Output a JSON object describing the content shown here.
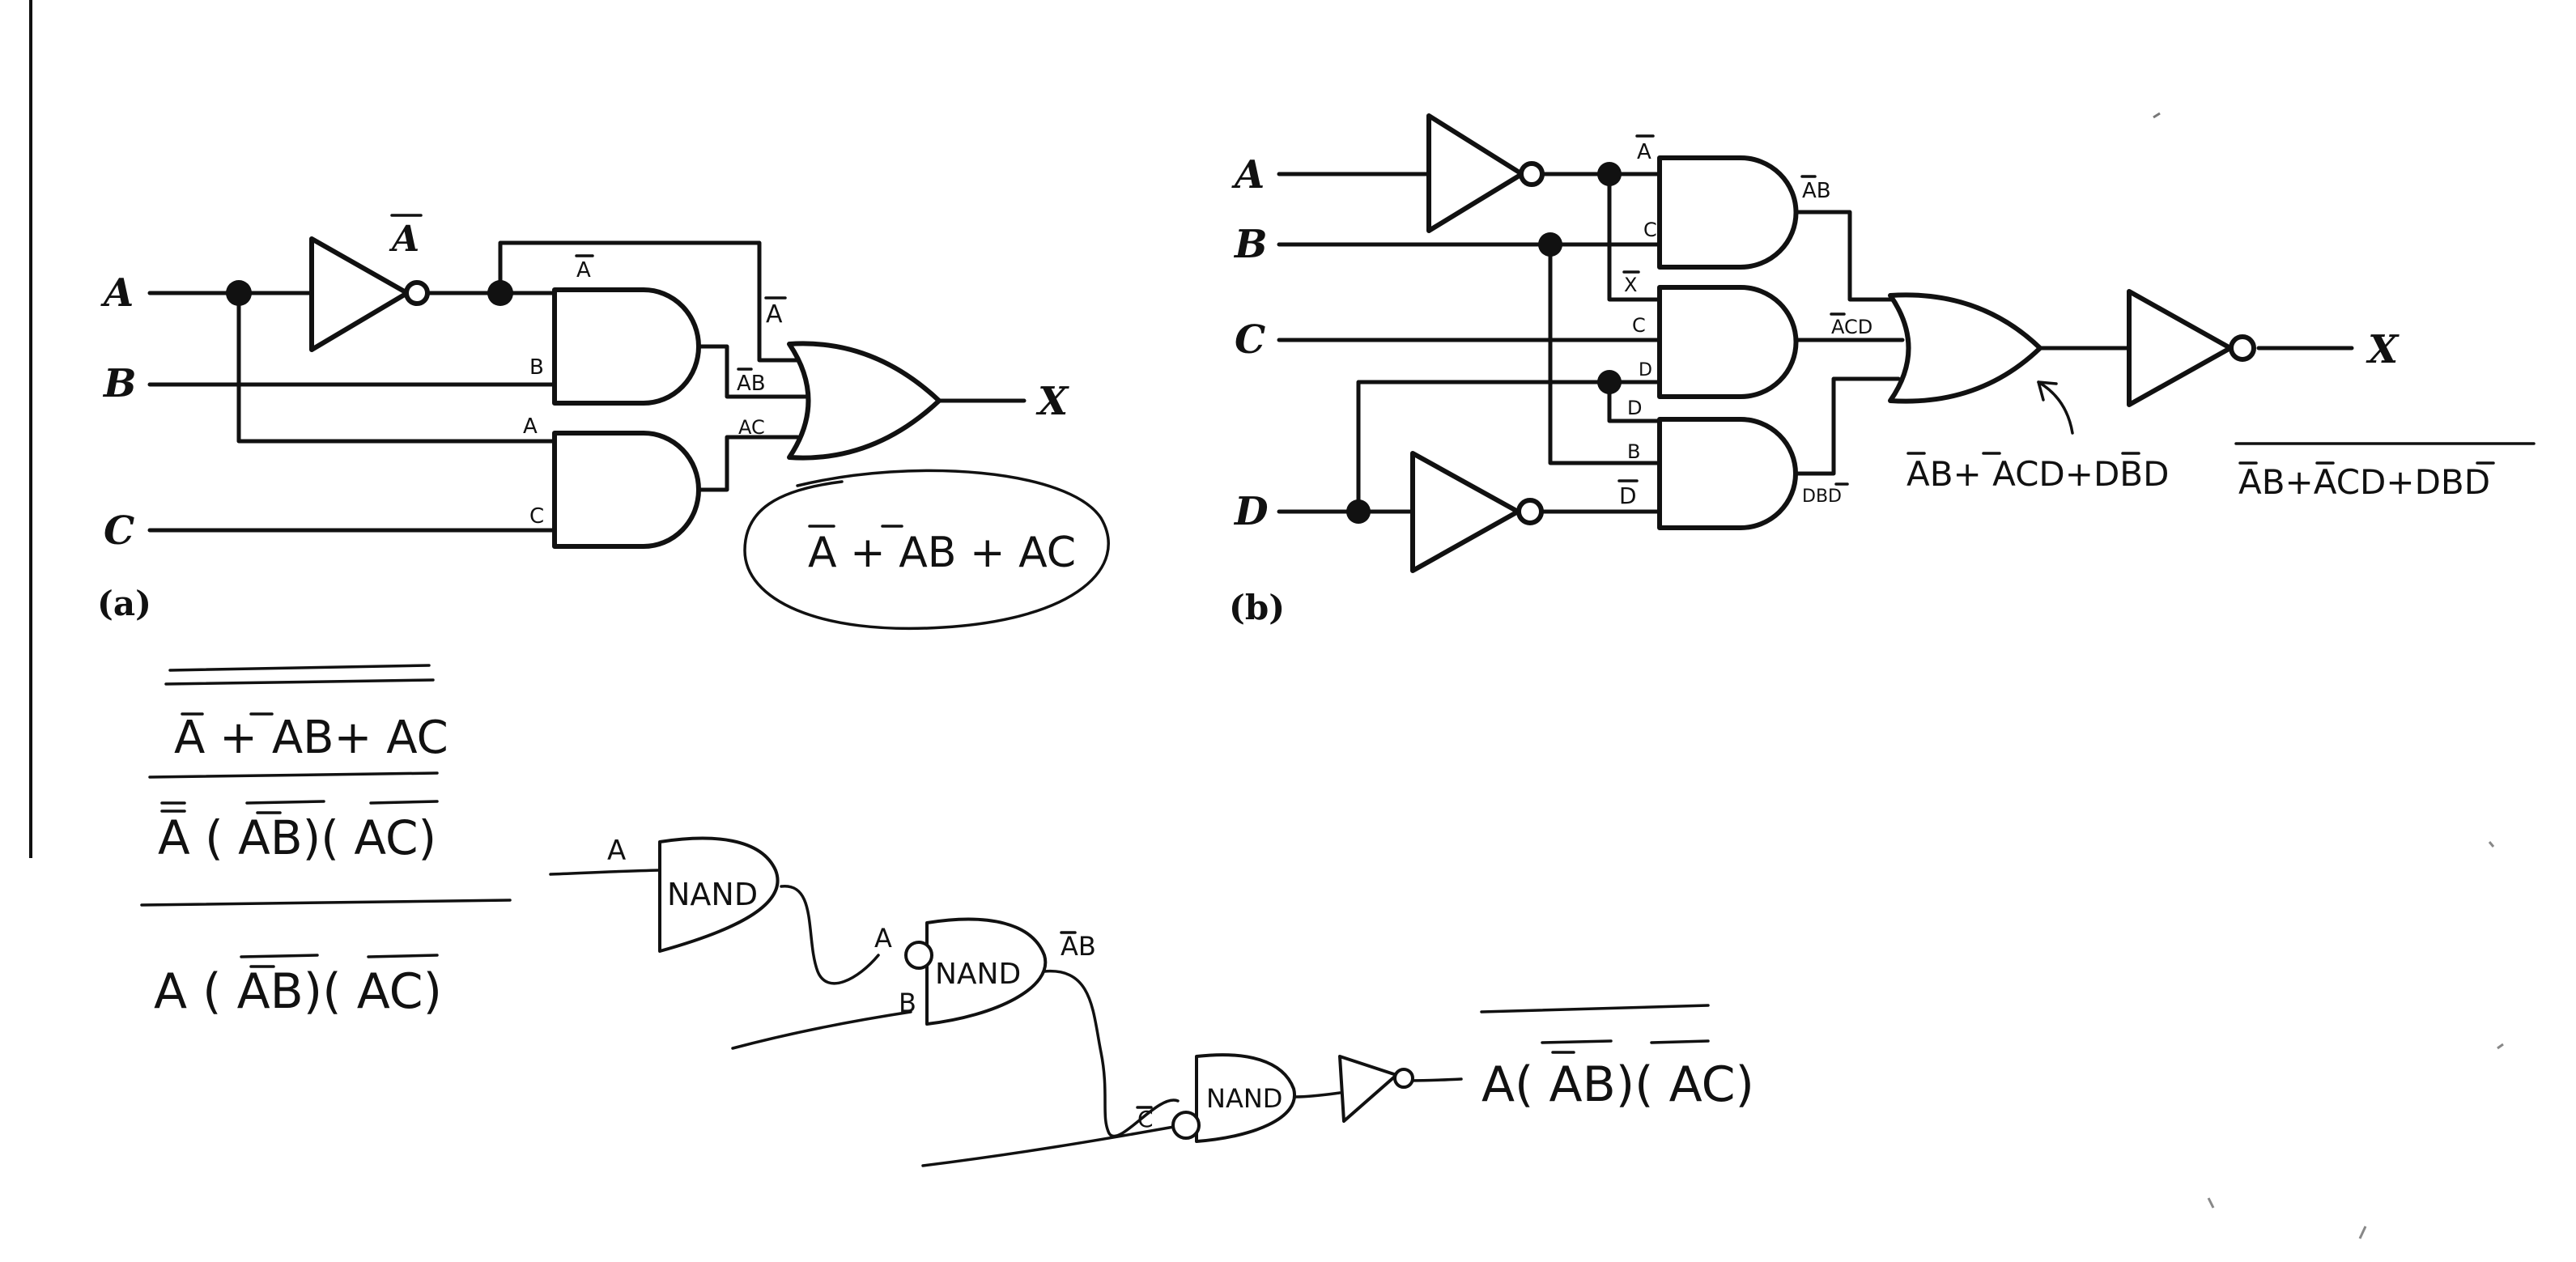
{
  "diagram_a": {
    "caption": "(a)",
    "inputs": {
      "a": "A",
      "b": "B",
      "c": "C"
    },
    "output": "X",
    "labels": {
      "not_out": "A",
      "and1_in_top": "A",
      "and1_in_bottom": "B",
      "and2_in_top": "A",
      "and2_in_bottom": "C",
      "or_in_top": "A",
      "or_in_mid": "AB",
      "or_in_bottom": "AC"
    },
    "note": "A + AB + AC"
  },
  "diagram_b": {
    "caption": "(b)",
    "inputs": {
      "a": "A",
      "b": "B",
      "c": "C",
      "d": "D"
    },
    "output": "X",
    "labels": {
      "and1_in_top": "A",
      "and1_in_bottom": "C",
      "and1_out": "AB",
      "and2_in_top": "X",
      "and2_in_mid": "C",
      "and2_in_bottom": "D",
      "and2_out": "ACD",
      "and3_in_top": "D",
      "and3_in_mid": "B",
      "and3_in_bottom": "D",
      "and3_out": "DBD"
    },
    "or_expression": "AB+ ACD+DBD",
    "output_expression": "AB+ACD+DBD"
  },
  "derivation": {
    "lines": [
      "A + AB+ AC",
      "A ( AB)( AC)",
      "A ( AB)( AC)"
    ]
  },
  "nand_circuit": {
    "in_a": "A",
    "gate_label": "NAND",
    "mid_a": "A",
    "mid_b": "B",
    "mid_ab": "AB",
    "in_c": "C",
    "result": "A( AB)( AC)"
  }
}
